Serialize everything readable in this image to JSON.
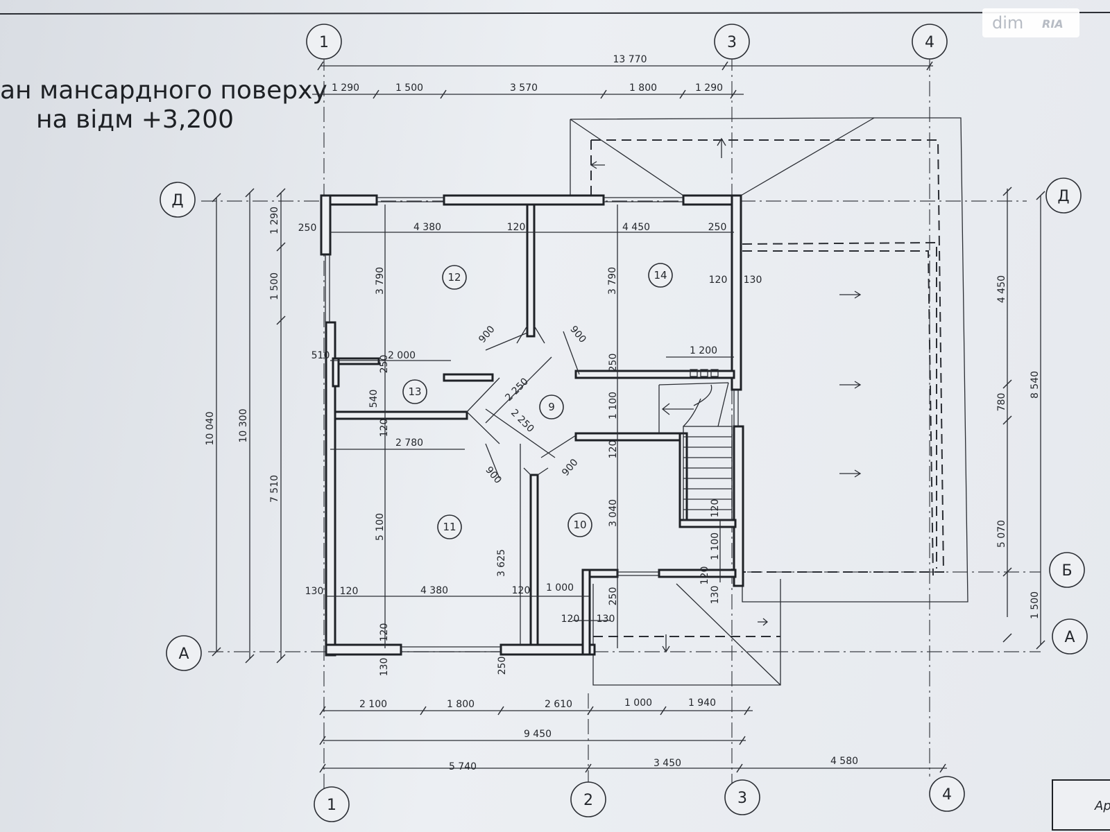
{
  "title": {
    "line1": "ан мансардного поверху",
    "line2": "на відм +3,200"
  },
  "axes": {
    "a1": "1",
    "a2": "2",
    "a3": "3",
    "a4": "4",
    "letter_d": "Д",
    "letter_b": "Б",
    "letter_a": "А"
  },
  "rooms": {
    "r9": "9",
    "r10": "10",
    "r11": "11",
    "r12": "12",
    "r13": "13",
    "r14": "14"
  },
  "dims": {
    "overall_top": "13 770",
    "top_1": "1 290",
    "top_2": "1 500",
    "top_3": "3 570",
    "top_4": "1 800",
    "top_5": "1 290",
    "bot_1": "2 100",
    "bot_2": "1 800",
    "bot_3": "2 610",
    "bot_4": "1 000",
    "bot_5": "1 940",
    "bot_total": "9 450",
    "bot_axis_1": "5 740",
    "bot_axis_2": "3 450",
    "bot_axis_3": "4 580",
    "left_outer": "10 040",
    "left_mid": "10 300",
    "left_in": "7 510",
    "left_1290": "1 290",
    "left_1500": "1 500",
    "right_4450": "4 450",
    "right_780": "780",
    "right_8540": "8 540",
    "right_5070": "5 070",
    "right_1500": "1 500",
    "w250a": "250",
    "r12_w": "4 380",
    "w120a": "120",
    "r14_w": "4 450",
    "w250b": "250",
    "r12_h": "3 790",
    "r14_h": "3 790",
    "w120b": "120",
    "w130a": "130",
    "door900_1": "900",
    "door900_2": "900",
    "door900_3": "900",
    "door900_4": "900",
    "d510": "510",
    "d2000": "2 000",
    "d250a": "250",
    "d540": "540",
    "d120c": "120",
    "d2250a": "2 250",
    "d2250b": "2 250",
    "d1200": "1 200",
    "d250c": "250",
    "d1100a": "1 100",
    "d120d": "120",
    "d2780": "2 780",
    "d5100": "5 100",
    "d3625": "3 625",
    "d3040": "3 040",
    "d120e": "120",
    "d1100b": "1 100",
    "d130b": "130",
    "d120f": "120",
    "r11_w": "4 380",
    "d120g": "120",
    "d1000": "1 000",
    "d120h": "120",
    "d250d": "250",
    "d120i": "120",
    "d130c": "130",
    "d120j": "120",
    "d130d": "130",
    "d120k": "120",
    "d130e": "130",
    "d250e": "250"
  },
  "stamp": {
    "text": "Ар"
  },
  "watermark": {
    "dim": "dim",
    "ria": "RIA"
  }
}
